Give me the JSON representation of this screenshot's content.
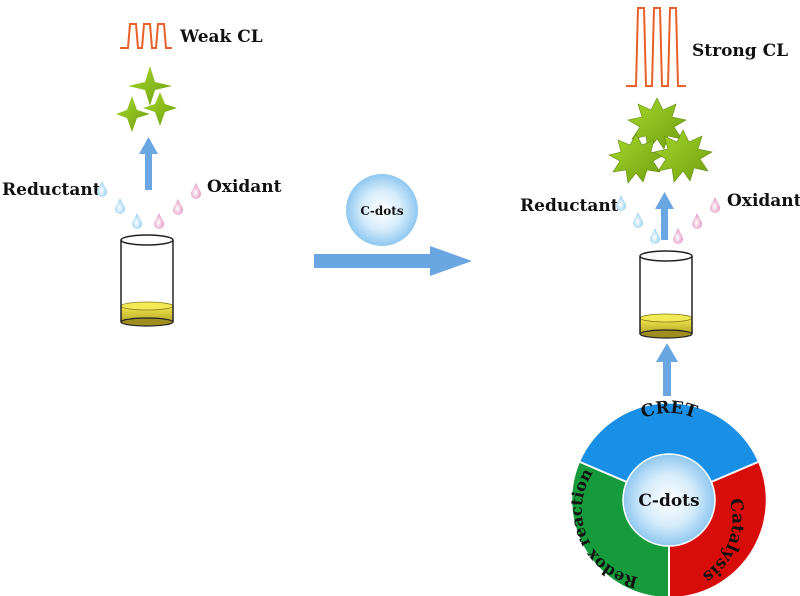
{
  "left": {
    "signal_label": "Weak CL",
    "reductant_label": "Reductant",
    "oxidant_label": "Oxidant"
  },
  "middle": {
    "particle_label": "C-dots"
  },
  "right": {
    "signal_label": "Strong CL",
    "reductant_label": "Reductant",
    "oxidant_label": "Oxidant"
  },
  "mechanism_wheel": {
    "center_label": "C-dots",
    "segments": [
      {
        "label": "CRET",
        "color": "#1a8fe6"
      },
      {
        "label": "Catalysis",
        "color": "#d90c0c"
      },
      {
        "label": "Redox reaction",
        "color": "#159a3c"
      }
    ]
  },
  "colors": {
    "arrow": "#6aa6e2",
    "signal_peak": "#e8602a",
    "star": "#8cc21c",
    "reductant_drop": "#9fd3f3",
    "oxidant_drop": "#e79ac3",
    "solution": "#e2d640"
  }
}
